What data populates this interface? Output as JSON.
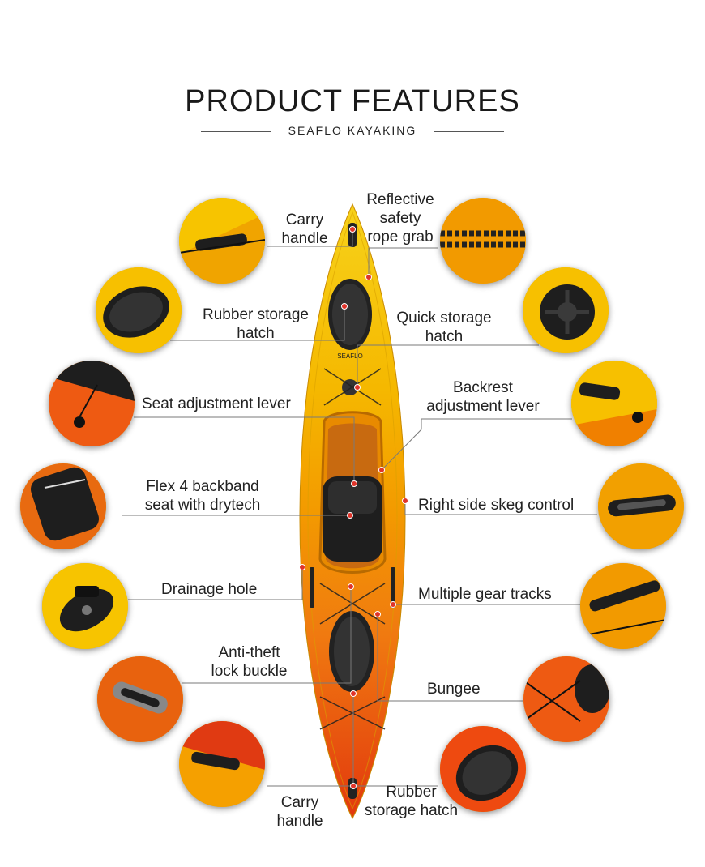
{
  "header": {
    "title": "PRODUCT FEATURES",
    "subtitle": "SEAFLO KAYAKING"
  },
  "kayak": {
    "brand_text": "SEAFLO",
    "colors": {
      "yellow": "#f5c800",
      "orange": "#f28a00",
      "red": "#e03a12",
      "black": "#1c1c1c"
    }
  },
  "features": {
    "carry_handle_top": [
      "Carry",
      "handle"
    ],
    "reflective_rope": [
      "Reflective",
      "safety",
      "rope grab"
    ],
    "rubber_hatch_front": [
      "Rubber storage",
      "hatch"
    ],
    "quick_storage_hatch": [
      "Quick storage",
      "hatch"
    ],
    "seat_lever": [
      "Seat adjustment lever"
    ],
    "backrest_lever": [
      "Backrest",
      "adjustment lever"
    ],
    "flex_seat": [
      "Flex 4 backband",
      "seat with drytech"
    ],
    "skeg_control": [
      "Right side skeg control"
    ],
    "drainage_hole": [
      "Drainage hole"
    ],
    "gear_tracks": [
      "Multiple gear tracks"
    ],
    "anti_theft": [
      "Anti-theft",
      "lock buckle"
    ],
    "bungee": [
      "Bungee"
    ],
    "carry_handle_bottom": [
      "Carry",
      "handle"
    ],
    "rubber_hatch_rear": [
      "Rubber",
      "storage hatch"
    ]
  }
}
